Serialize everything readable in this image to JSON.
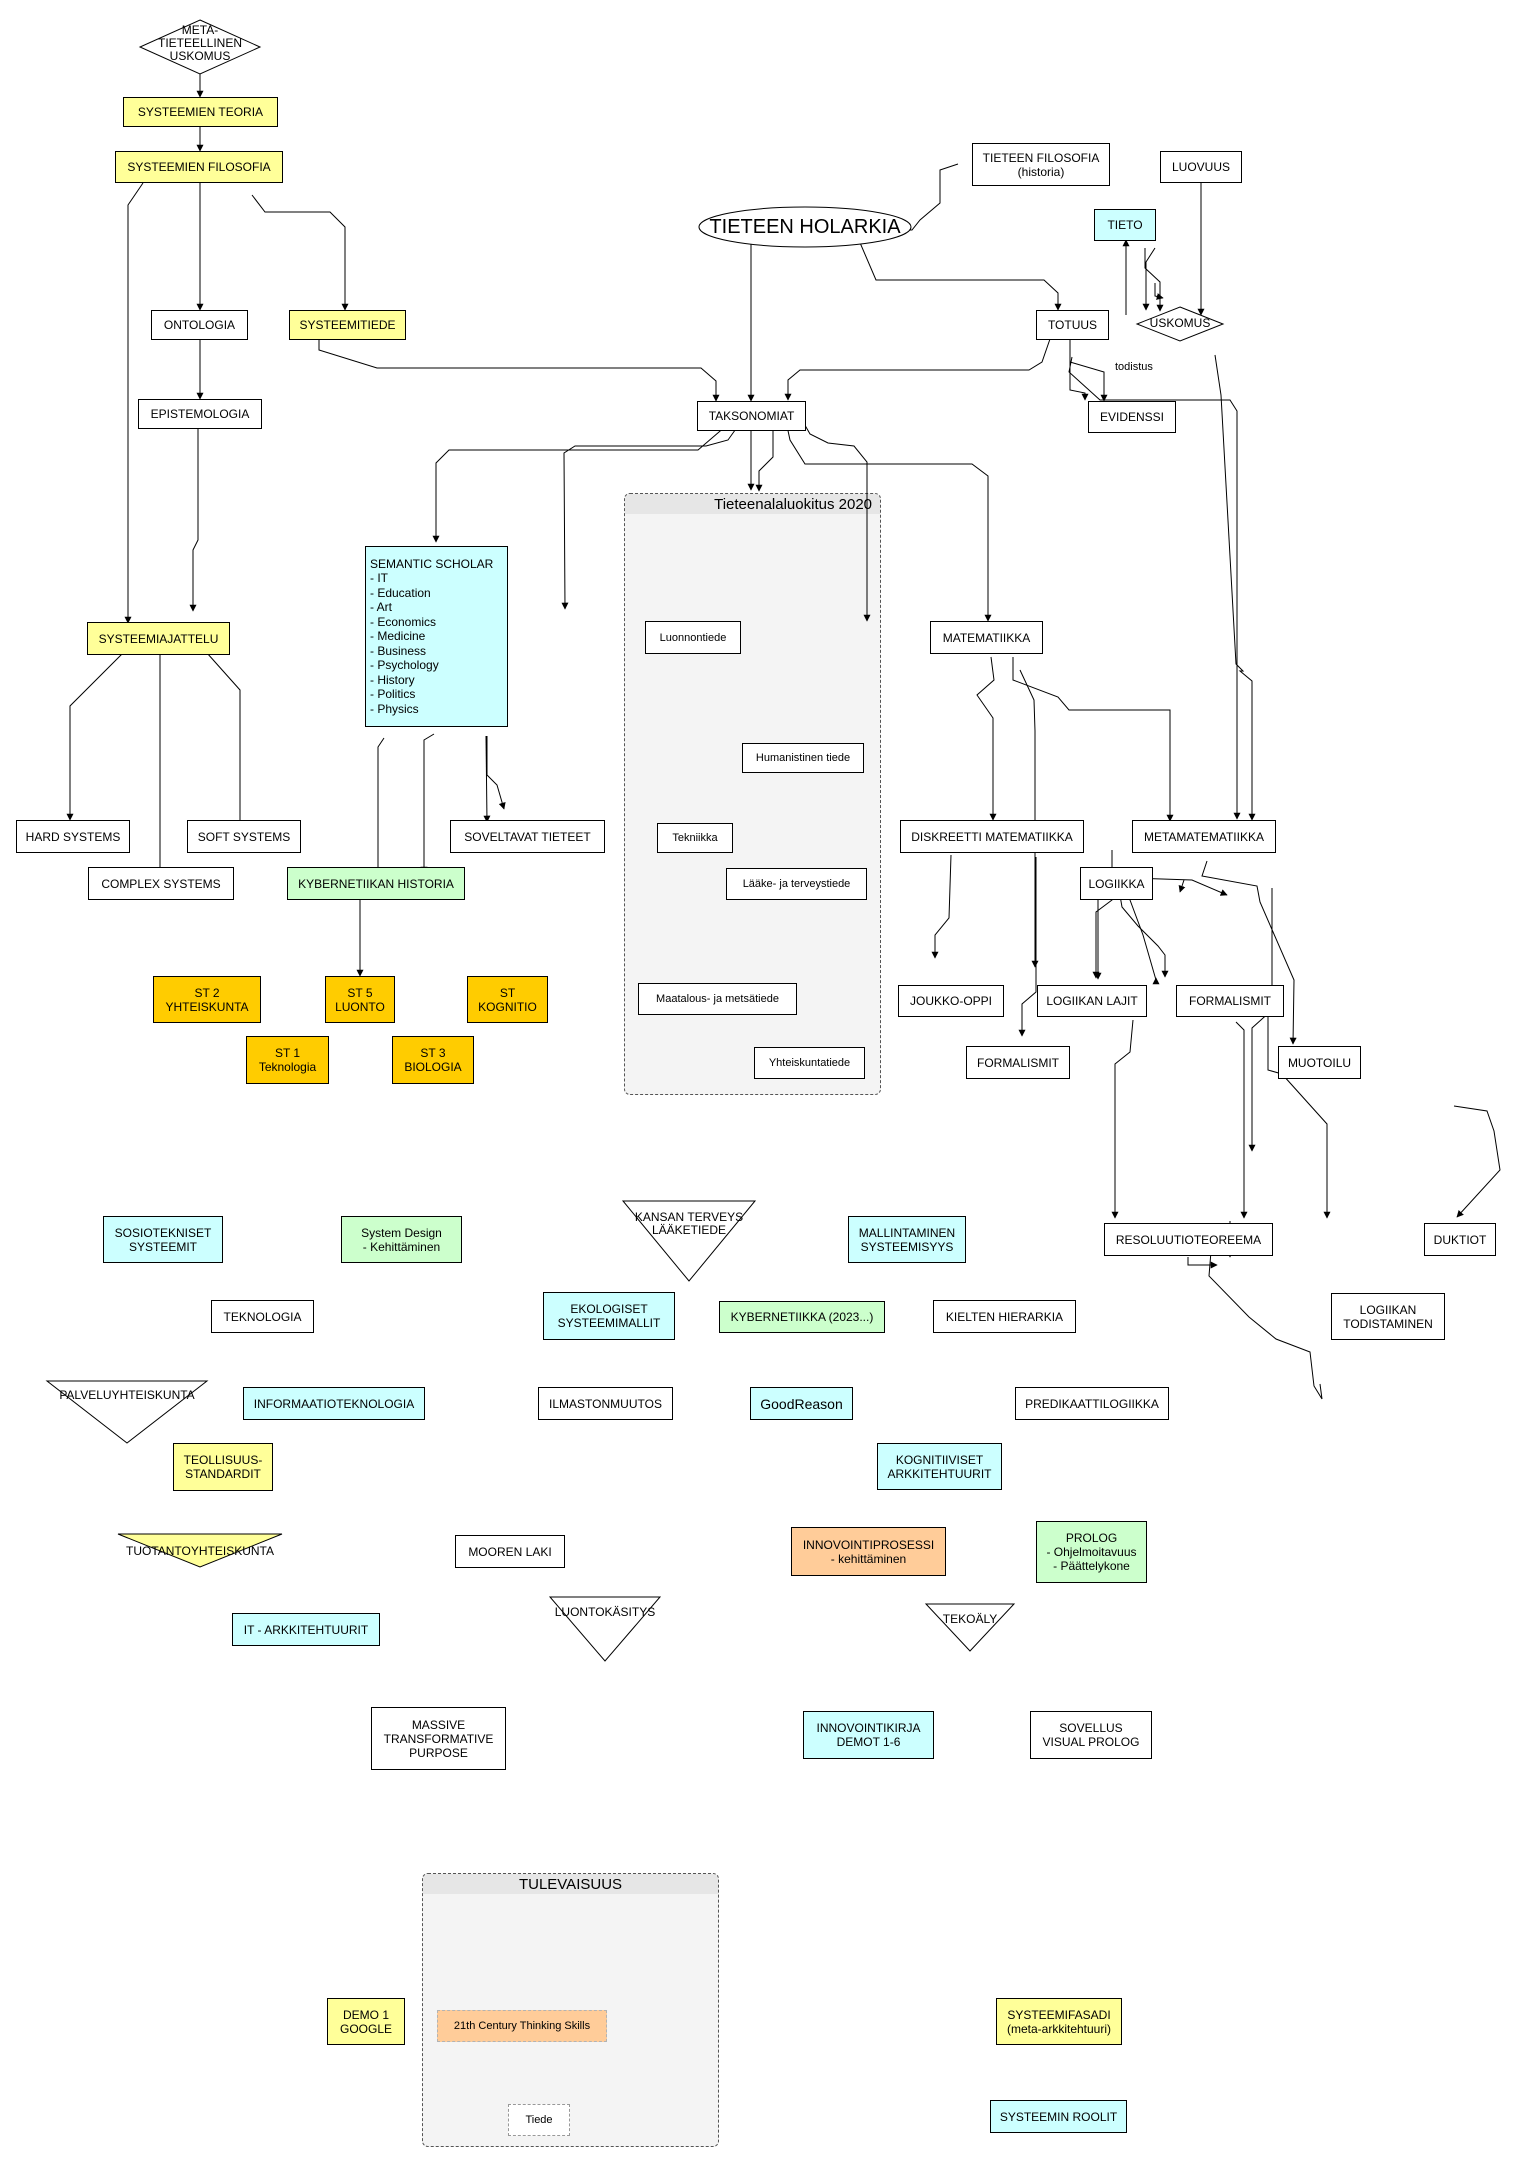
{
  "nodes": {
    "meta": "META-\nTIETEELLINEN\nUSKOMUS",
    "systeemien_teoria": "SYSTEEMIEN TEORIA",
    "systeemien_filosofia": "SYSTEEMIEN FILOSOFIA",
    "tieteen_filosofia": "TIETEEN FILOSOFIA\n(historia)",
    "luovuus": "LUOVUUS",
    "tieteen_holarkia": "TIETEEN HOLARKIA",
    "tieto": "TIETO",
    "ontologia": "ONTOLOGIA",
    "systeemitiede": "SYSTEEMITIEDE",
    "totuus": "TOTUUS",
    "uskomus": "USKOMUS",
    "todistus": "todistus",
    "epistemologia": "EPISTEMOLOGIA",
    "taksonomiat": "TAKSONOMIAT",
    "evidenssi": "EVIDENSSI",
    "semantic_scholar": "SEMANTIC SCHOLAR\n- IT\n- Education\n- Art\n- Economics\n- Medicine\n- Business\n- Psychology\n- History\n- Politics\n- Physics",
    "systeemiajattelu": "SYSTEEMIAJATTELU",
    "matematiikka": "MATEMATIIKKA",
    "luonnontiede": "Luonnontiede",
    "humanistinen": "Humanistinen tiede",
    "tekniikka": "Tekniikka",
    "laake": "Lääke- ja terveystiede",
    "maatalous": "Maatalous- ja metsätiede",
    "yhteiskuntatiede": "Yhteiskuntatiede",
    "hard_systems": "HARD SYSTEMS",
    "soft_systems": "SOFT SYSTEMS",
    "soveltavat": "SOVELTAVAT TIETEET",
    "diskreetti": "DISKREETTI MATEMATIIKKA",
    "metamatematiikka": "METAMATEMATIIKKA",
    "complex_systems": "COMPLEX SYSTEMS",
    "kybernetiikan_historia": "KYBERNETIIKAN HISTORIA",
    "logiikka": "LOGIIKKA",
    "st2": "ST 2\nYHTEISKUNTA",
    "st5": "ST 5\nLUONTO",
    "st_kognitio": "ST\nKOGNITIO",
    "joukko_oppi": "JOUKKO-OPPI",
    "logiikan_lajit": "LOGIIKAN LAJIT",
    "formalismit_r": "FORMALISMIT",
    "st1": "ST 1\nTeknologia",
    "st3": "ST 3\nBIOLOGIA",
    "formalismit_m": "FORMALISMIT",
    "muotoilu": "MUOTOILU",
    "sosiotekniset": "SOSIOTEKNISET\nSYSTEEMIT",
    "system_design": "System Design\n- Kehittäminen",
    "kansan_terveys": "KANSAN TERVEYS\nLÄÄKETIEDE",
    "mallintaminen": "MALLINTAMINEN\nSYSTEEMISYYS",
    "resoluutio": "RESOLUUTIOTEOREEMA",
    "duktiot": "DUKTIOT",
    "teknologia": "TEKNOLOGIA",
    "ekologiset": "EKOLOGISET\nSYSTEEMIMALLIT",
    "kybernetiikka_2023": "KYBERNETIIKKA (2023...)",
    "kielten_hierarkia": "KIELTEN HIERARKIA",
    "logiikan_todistaminen": "LOGIIKAN\nTODISTAMINEN",
    "palveluyhteiskunta": "PALVELUYHTEISKUNTA",
    "informaatioteknologia": "INFORMAATIOTEKNOLOGIA",
    "ilmastonmuutos": "ILMASTONMUUTOS",
    "goodreason": "GoodReason",
    "predikaattilogiikka": "PREDIKAATTILOGIIKKA",
    "teollisuus": "TEOLLISUUS-\nSTANDARDIT",
    "kognitiiviset": "KOGNITIIVISET\nARKKITEHTUURIT",
    "innovointiprosessi": "INNOVOINTIPROSESSI\n- kehittäminen",
    "prolog": "PROLOG\n- Ohjelmoitavuus\n- Päättelykone",
    "tuotantoyhteiskunta": "TUOTANTOYHTEISKUNTA",
    "mooren_laki": "MOOREN LAKI",
    "luontokasitys": "LUONTOKÄSITYS",
    "tekoaly": "TEKOÄLY",
    "it_arkkitehtuurit": "IT - ARKKITEHTUURIT",
    "massive": "MASSIVE\nTRANSFORMATIVE\nPURPOSE",
    "innovointikirja": "INNOVOINTIKIRJA\nDEMOT 1-6",
    "sovellus": "SOVELLUS\nVISUAL PROLOG",
    "demo1": "DEMO 1\nGOOGLE",
    "thinking_skills": "21th Century Thinking Skills",
    "tiede": "Tiede",
    "systeemifasadi": "SYSTEEMIFASADI\n(meta-arkkitehtuuri)",
    "systeemin_roolit": "SYSTEEMIN ROOLIT"
  },
  "groups": {
    "tieteenala": "Tieteenalaluokitus 2020",
    "tulevaisuus": "TULEVAISUUS"
  },
  "colors": {
    "yellow": "#ffff99",
    "cyan": "#ccffff",
    "green": "#ccffcc",
    "gold": "#ffcc00",
    "peach": "#ffcc99"
  }
}
